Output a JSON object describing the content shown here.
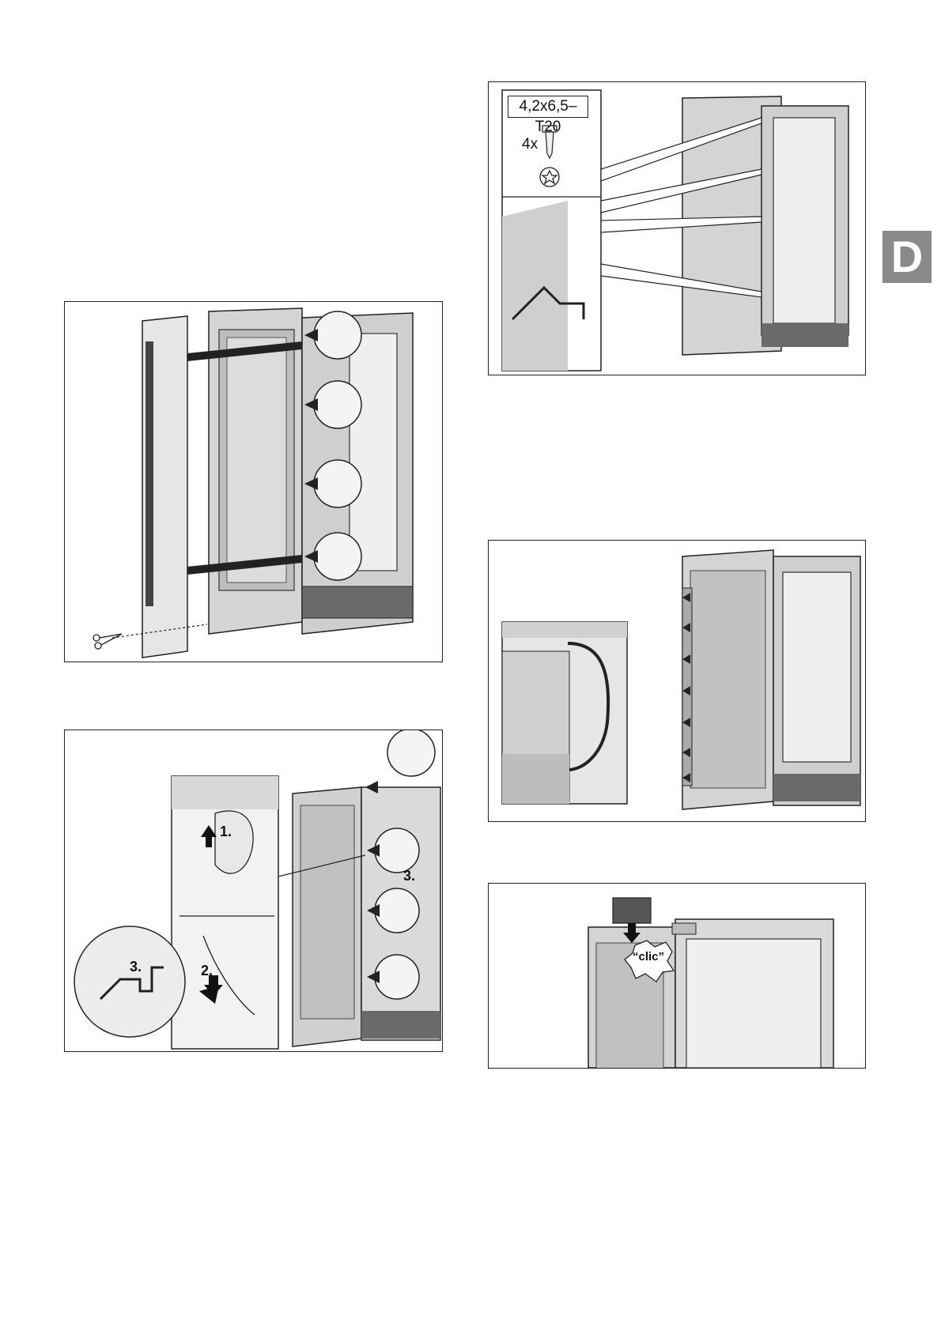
{
  "section_tab": "D",
  "figure_fit_strip": {
    "labels": []
  },
  "figure_hinge_detail": {
    "step_1": "1.",
    "step_2": "2.",
    "step_3_detail": "3.",
    "step_3_main": "3."
  },
  "figure_screws": {
    "screw_spec": "4,2x6,5–T20",
    "screw_count": "4x"
  },
  "figure_click": {
    "sound_label": "“clic”"
  },
  "colors": {
    "panel_gray": "#c9c9c9",
    "light_gray": "#e4e4e4",
    "dark_gray": "#555555",
    "tab_gray": "#8a8a8a"
  }
}
